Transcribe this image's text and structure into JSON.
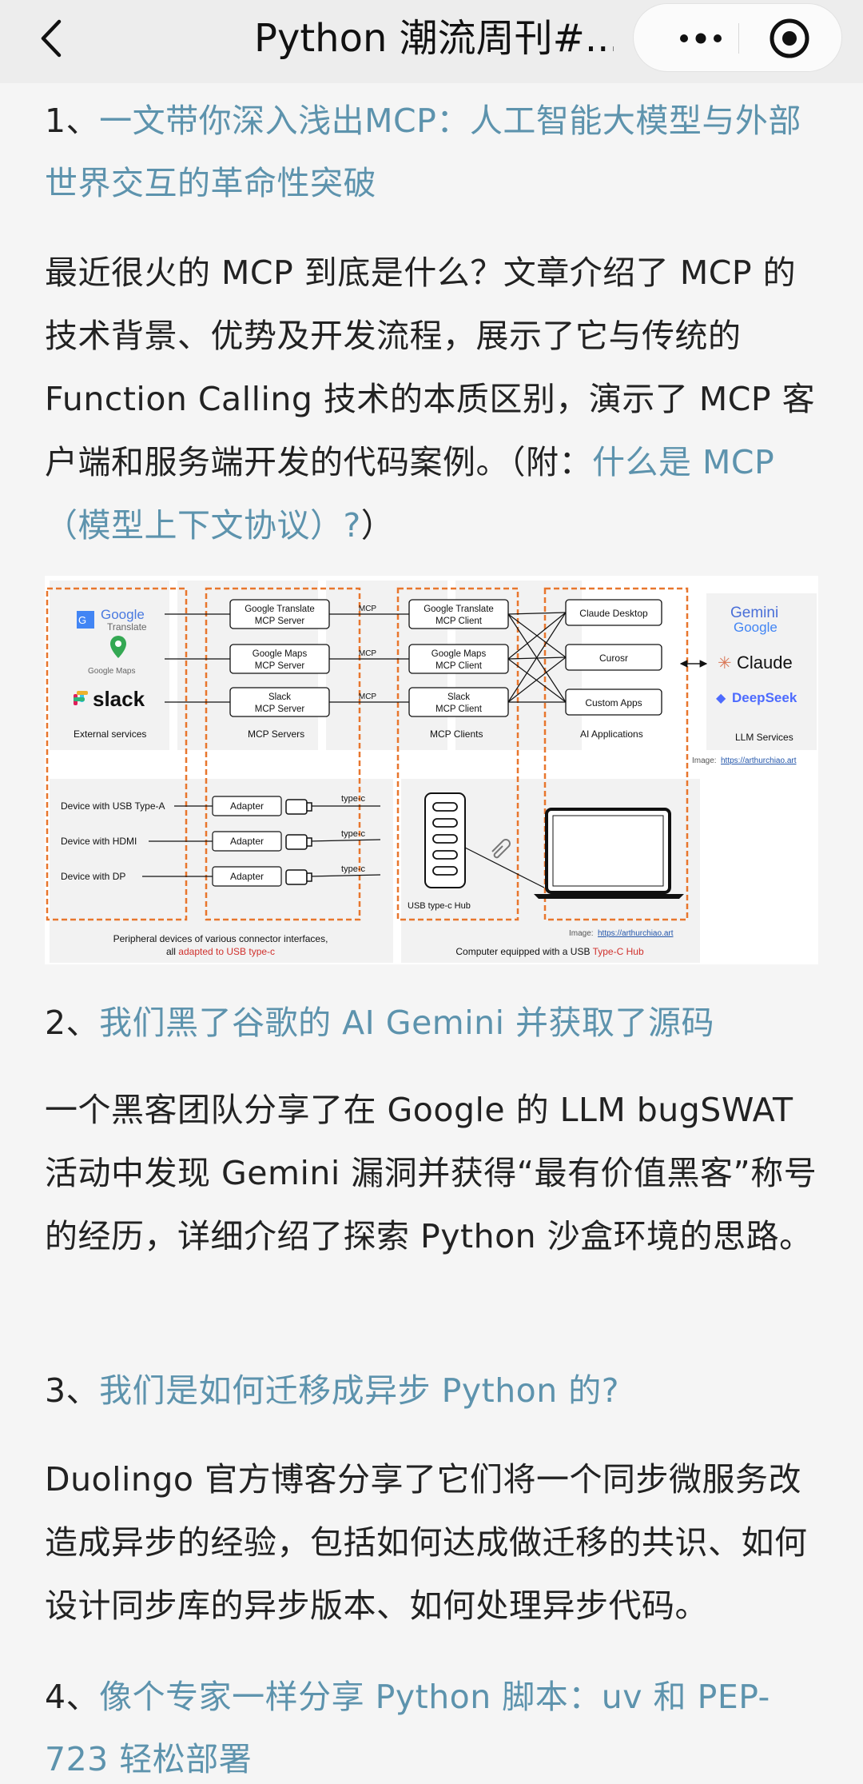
{
  "nav": {
    "title": "Python 潮流周刊#...",
    "back_icon": "chevron-left-icon",
    "more_icon": "more-dots-icon",
    "close_icon": "target-close-icon"
  },
  "items": [
    {
      "number": "1、",
      "title": "一文带你深入浅出MCP：人工智能大模型与外部世界交互的革命性突破",
      "desc_pre": "最近很火的 MCP 到底是什么？文章介绍了 MCP 的技术背景、优势及开发流程，展示了它与传统的 Function Calling 技术的本质区别，演示了 MCP 客户端和服务端开发的代码案例。（附：",
      "desc_link": "什么是 MCP（模型上下文协议）?",
      "desc_post": "）"
    },
    {
      "number": "2、",
      "title": "我们黑了谷歌的 AI Gemini 并获取了源码",
      "desc": "一个黑客团队分享了在 Google 的 LLM bugSWAT 活动中发现 Gemini 漏洞并获得“最有价值黑客”称号的经历，详细介绍了探索 Python 沙盒环境的思路。"
    },
    {
      "number": "3、",
      "title": "我们是如何迁移成异步 Python 的?",
      "desc": "Duolingo 官方博客分享了它们将一个同步微服务改造成异步的经验，包括如何达成做迁移的共识、如何设计同步库的异步版本、如何处理异步代码。"
    },
    {
      "number": "4、",
      "title": "像个专家一样分享 Python 脚本：uv 和 PEP-723 轻松部署"
    }
  ],
  "figure": {
    "external_services_label": "External services",
    "mcp_servers_label": "MCP Servers",
    "mcp_clients_label": "MCP Clients",
    "ai_apps_label": "AI Applications",
    "llm_services_label": "LLM Services",
    "servers": [
      "Google Translate\nMCP Server",
      "Google Maps\nMCP Server",
      "Slack\nMCP Server"
    ],
    "clients": [
      "Google Translate\nMCP Client",
      "Google Maps\nMCP Client",
      "Slack\nMCP Client"
    ],
    "apps": [
      "Claude Desktop",
      "Curosr",
      "Custom Apps"
    ],
    "mcp_tag": "MCP",
    "brands": [
      "Google",
      "Translate",
      "Google Maps",
      "slack"
    ],
    "llms": [
      "Gemini",
      "Google",
      "Claude",
      "DeepSeek"
    ],
    "image_credit_prefix": "Image:",
    "image_credit": "https://arthurchiao.art",
    "devices": [
      "Device with USB Type-A",
      "Device with HDMI",
      "Device with DP"
    ],
    "adapter": "Adapter",
    "typec": "type-c",
    "hub_label": "USB type-c Hub",
    "periph_line1": "Peripheral devices of various connector interfaces,",
    "periph_line2_pre": "all ",
    "periph_line2_red": "adapted to USB type-c",
    "computer_pre": "Computer equipped with a USB ",
    "computer_red": "Type-C Hub",
    "accent_red": "#e8762d",
    "text_red": "#d0312d"
  }
}
